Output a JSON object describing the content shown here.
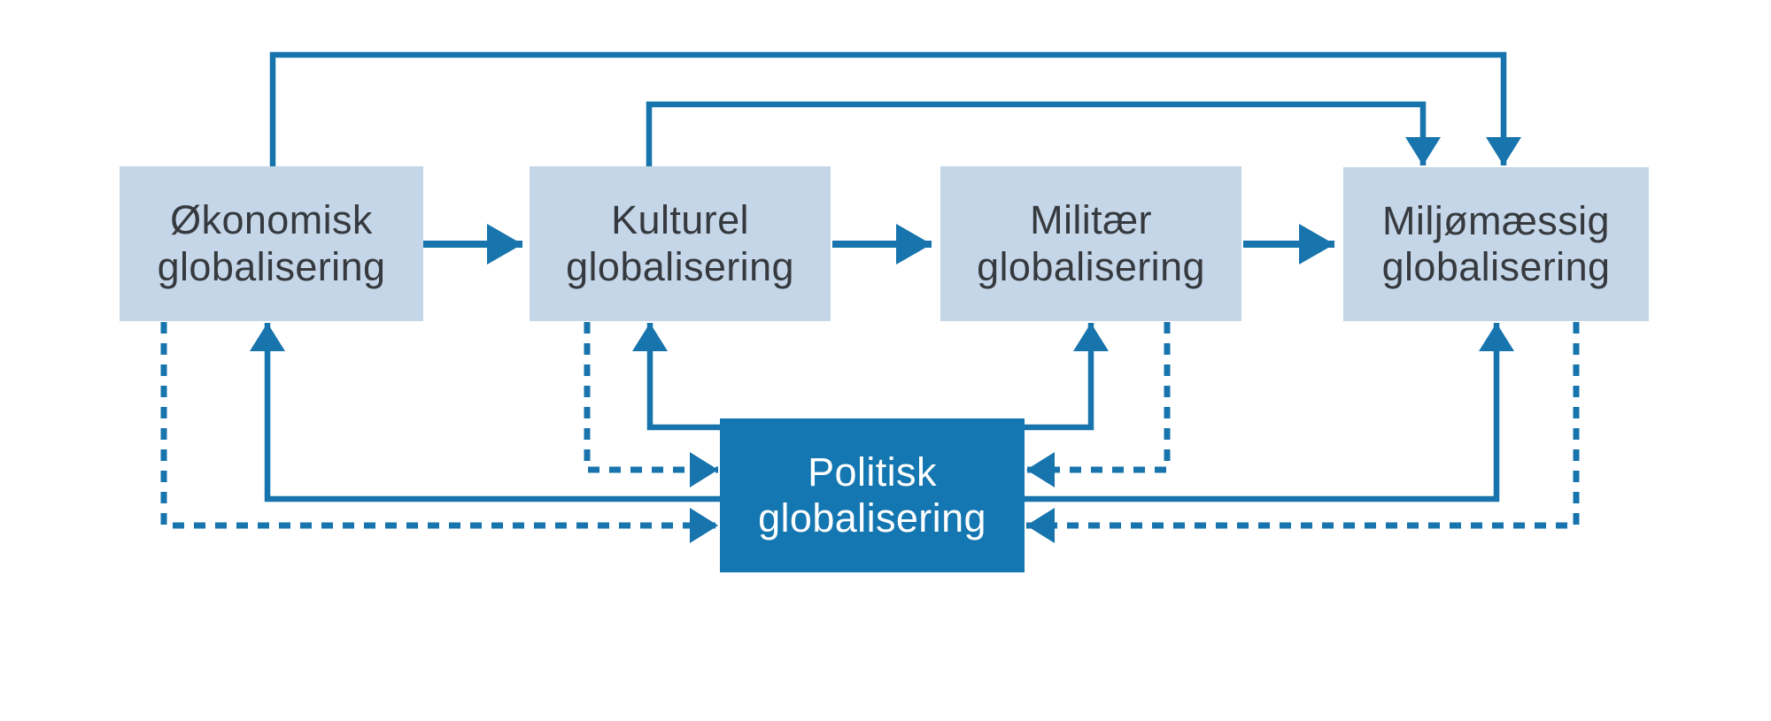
{
  "diagram": {
    "type": "flowchart",
    "language": "da",
    "background_color": "#ffffff",
    "colors": {
      "node_fill_light": "#c5d6e9",
      "node_fill_dark": "#1577b1",
      "node_text_dark": "#363a3e",
      "node_text_light": "#ffffff",
      "arrow": "#1774ad"
    },
    "nodes": [
      {
        "id": "okonomisk",
        "line1": "Økonomisk",
        "line2": "globalisering"
      },
      {
        "id": "kulturel",
        "line1": "Kulturel",
        "line2": "globalisering"
      },
      {
        "id": "militaer",
        "line1": "Militær",
        "line2": "globalisering"
      },
      {
        "id": "miljomaessig",
        "line1": "Miljømæssig",
        "line2": "globalisering"
      },
      {
        "id": "politisk",
        "line1": "Politisk",
        "line2": "globalisering"
      }
    ],
    "edges": [
      {
        "from": "okonomisk",
        "to": "kulturel",
        "style": "solid",
        "route": "direct"
      },
      {
        "from": "kulturel",
        "to": "militaer",
        "style": "solid",
        "route": "direct"
      },
      {
        "from": "militaer",
        "to": "miljomaessig",
        "style": "solid",
        "route": "direct"
      },
      {
        "from": "okonomisk",
        "to": "miljomaessig",
        "style": "solid",
        "route": "over-top"
      },
      {
        "from": "kulturel",
        "to": "miljomaessig",
        "style": "solid",
        "route": "over-top"
      },
      {
        "from": "politisk",
        "to": "okonomisk",
        "style": "solid",
        "route": "from-below"
      },
      {
        "from": "politisk",
        "to": "kulturel",
        "style": "solid",
        "route": "from-below"
      },
      {
        "from": "politisk",
        "to": "militaer",
        "style": "solid",
        "route": "from-below"
      },
      {
        "from": "politisk",
        "to": "miljomaessig",
        "style": "solid",
        "route": "from-below"
      },
      {
        "from": "okonomisk",
        "to": "politisk",
        "style": "dashed",
        "route": "from-below"
      },
      {
        "from": "kulturel",
        "to": "politisk",
        "style": "dashed",
        "route": "from-below"
      },
      {
        "from": "militaer",
        "to": "politisk",
        "style": "dashed",
        "route": "from-below"
      },
      {
        "from": "miljomaessig",
        "to": "politisk",
        "style": "dashed",
        "route": "from-below"
      }
    ]
  }
}
